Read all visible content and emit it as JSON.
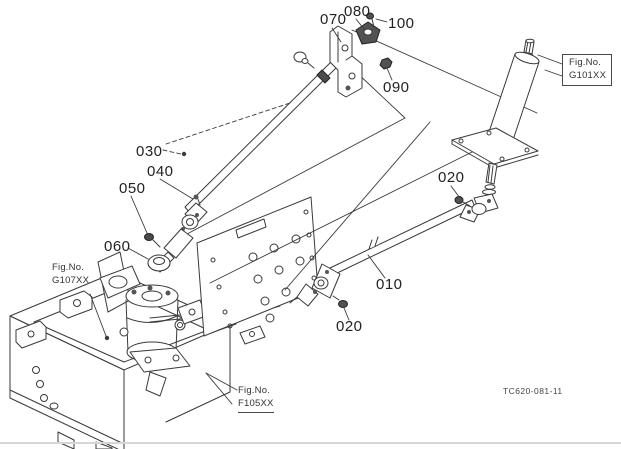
{
  "figure": {
    "title_hint": "steering linkage parts diagram",
    "background": "#ffffff",
    "line_color": "#3a3a3a",
    "callouts": {
      "c010": "010",
      "c020_upper": "020",
      "c020_lower": "020",
      "c030": "030",
      "c040": "040",
      "c050": "050",
      "c060": "060",
      "c070": "070",
      "c080": "080",
      "c090": "090",
      "c100": "100"
    },
    "fig_refs": {
      "g101": {
        "prefix": "Fig.No.",
        "code": "G101XX"
      },
      "g107": {
        "prefix": "Fig.No.",
        "code": "G107XX"
      },
      "f105": {
        "prefix": "Fig.No.",
        "code": "F105XX"
      }
    },
    "drawing_number": "TC620-081-11"
  }
}
